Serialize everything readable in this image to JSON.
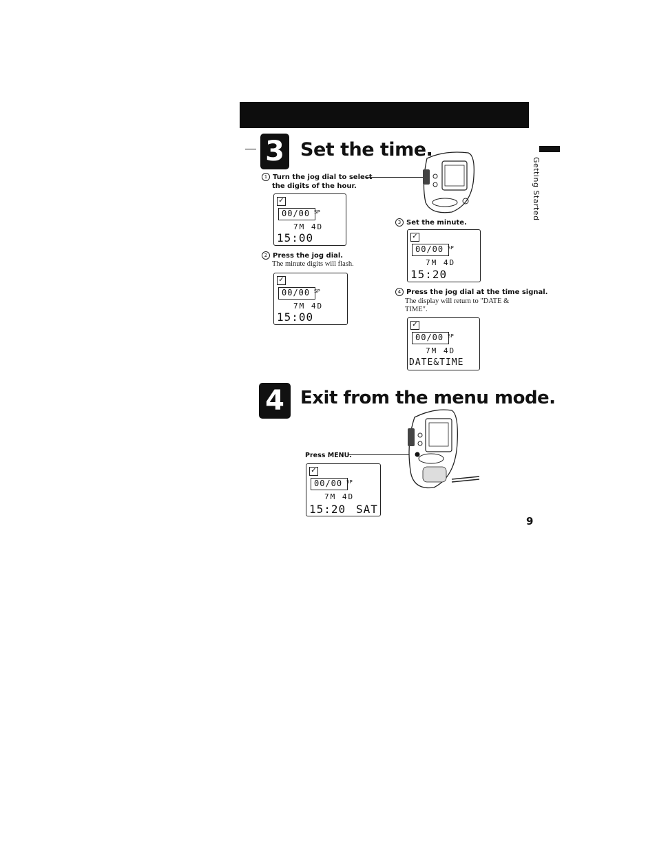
{
  "section3": {
    "number": "3",
    "title": "Set the time.",
    "steps": [
      {
        "num": "1",
        "label_line1": "Turn the jog dial to select",
        "label_line2": "the digits of the hour."
      },
      {
        "num": "2",
        "label": "Press the jog dial.",
        "note": "The minute digits will flash."
      },
      {
        "num": "3",
        "label": "Set the minute."
      },
      {
        "num": "4",
        "label": "Press the jog dial at the time signal.",
        "note_line1": "The display will return to \"DATE &",
        "note_line2": "TIME\"."
      }
    ],
    "displays": [
      {
        "date": "7M 4D",
        "time": "15:00"
      },
      {
        "date": "7M 4D",
        "time": "15:00"
      },
      {
        "date": "7M 4D",
        "time": "15:20"
      },
      {
        "date": "7M 4D",
        "text": "DATE&TIME"
      }
    ]
  },
  "section4": {
    "number": "4",
    "title": "Exit from the menu mode.",
    "instruction": "Press MENU.",
    "display": {
      "date": "7M 4D",
      "time": "15:20",
      "day": "SAT"
    }
  },
  "lcd_common": {
    "segment": "00/00",
    "sp": "SP",
    "check": "✓"
  },
  "sidebar_label": "Getting Started",
  "page_number": "9"
}
